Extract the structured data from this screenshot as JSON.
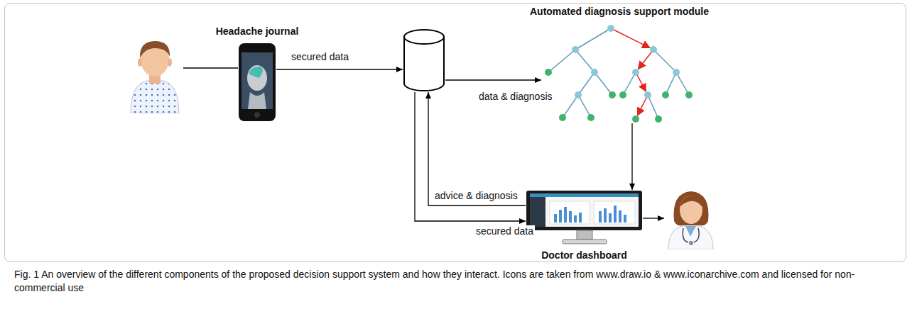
{
  "diagram": {
    "caption": "Fig. 1 An overview of the different components of the proposed decision support system and how they interact. Icons are taken from www.draw.io & www.iconarchive.com and licensed for non-commercial use",
    "nodes": [
      {
        "text": []
      },
      {
        "text": [
          "Headache journal"
        ]
      },
      {
        "text": []
      },
      {
        "text": [
          "Automated diagnosis support module"
        ]
      },
      {
        "text": [
          "Doctor dashboard"
        ]
      },
      {
        "text": []
      }
    ],
    "edges": [
      {
        "from": 0,
        "to": 1,
        "arrow": "none"
      },
      {
        "from": 1,
        "to": 2,
        "label": "secured data",
        "arrow": "to"
      },
      {
        "from": 2,
        "to": 3,
        "label": "data & diagnosis",
        "arrow": "to"
      },
      {
        "from": 3,
        "to": 4,
        "arrow": "to"
      },
      {
        "from": 4,
        "to": 2,
        "label": "advice & diagnosis",
        "arrow": "to"
      },
      {
        "from": 2,
        "to": 4,
        "label": "secured data",
        "arrow": "to"
      },
      {
        "from": 4,
        "to": 5,
        "arrow": "to"
      }
    ]
  }
}
